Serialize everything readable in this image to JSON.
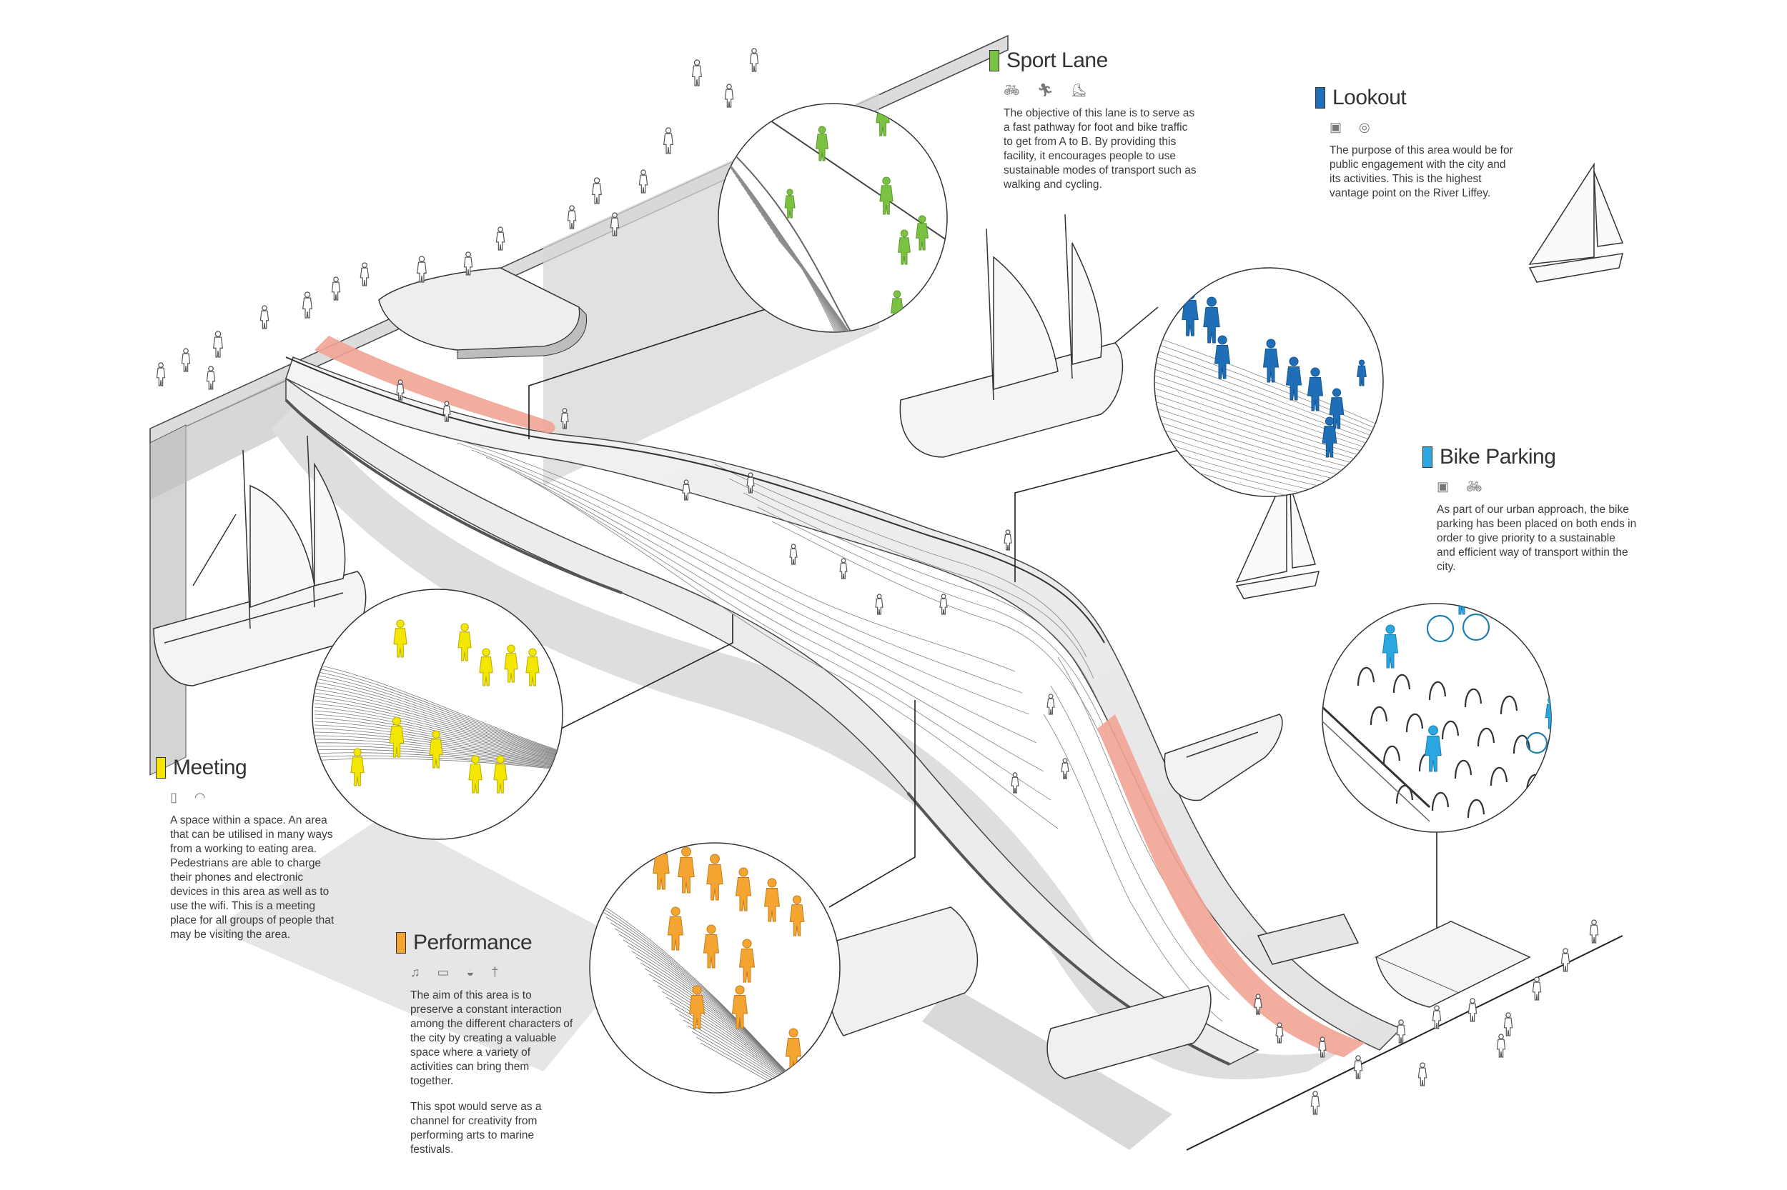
{
  "colors": {
    "sport": "#7cc242",
    "lookout": "#1f6fb8",
    "bike": "#2aa6e0",
    "meeting": "#f3e600",
    "performance": "#f4a431",
    "lane": "#f2a493",
    "line": "#2b2b2b"
  },
  "callouts": {
    "sport_lane": {
      "title": "Sport Lane",
      "icons": [
        "bicycle-icon",
        "runner-icon",
        "rollerskate-icon"
      ],
      "text": "The objective of this lane is to serve as a fast pathway for foot and bike traffic to get from A to B. By providing this facility, it encourages people to use sustainable modes of transport such as walking and cycling."
    },
    "lookout": {
      "title": "Lookout",
      "icons": [
        "camera-icon",
        "binoculars-icon"
      ],
      "text": "The purpose of this area would be for public engagement with the city and its activities. This is the highest vantage point on the River Liffey."
    },
    "bike_parking": {
      "title": "Bike Parking",
      "icons": [
        "camera-icon",
        "bicycle-icon"
      ],
      "text": "As part of our urban approach, the bike parking has been placed on both ends in order to give priority to a sustainable and efficient way of transport within the city."
    },
    "meeting": {
      "title": "Meeting",
      "icons": [
        "battery-icon",
        "wifi-icon"
      ],
      "text": "A space within a space. An area that can be utilised in many ways from a working to eating area. Pedestrians are able to charge their phones and electronic devices in this area as well as to use the wifi. This is a meeting place for all groups of people that may be visiting the area."
    },
    "performance": {
      "title": "Performance",
      "icons": [
        "music-note-icon",
        "drum-icon",
        "mask-icon",
        "dancer-icon"
      ],
      "text": "The aim of this area is to preserve a constant interaction among the different characters of the city by creating a valuable space where a variety of activities can bring them together.",
      "text2": "This spot would serve as a channel for creativity from performing arts to marine festivals."
    }
  }
}
